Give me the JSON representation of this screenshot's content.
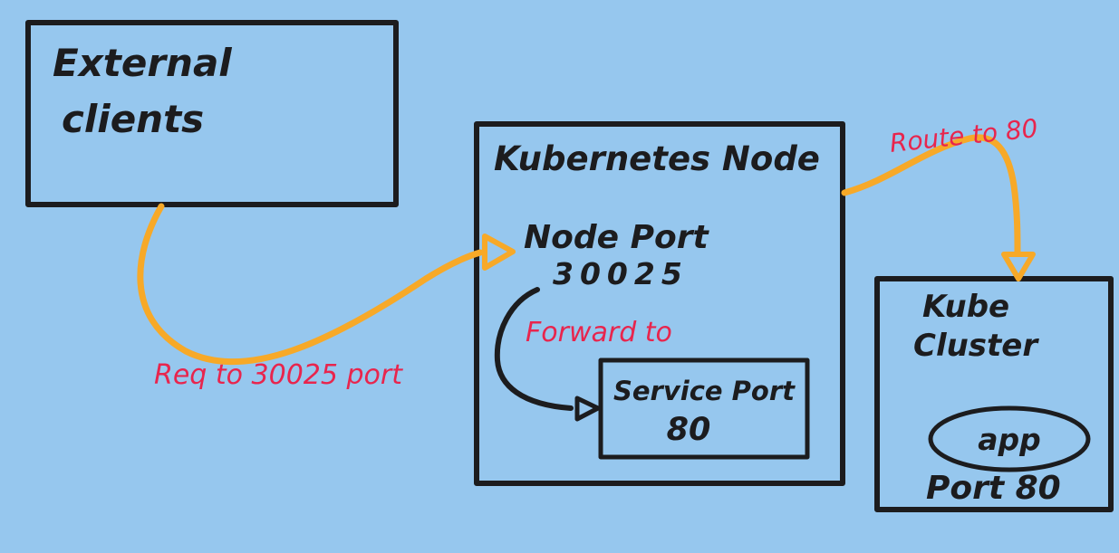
{
  "diagram": {
    "background_color": "#96c7ee",
    "ink_color": "#1c1c1e",
    "arrow_color": "#f7a928",
    "annotation_color": "#e8254d",
    "boxes": {
      "external_clients": {
        "label_line1": "External",
        "label_line2": "clients"
      },
      "kubernetes_node": {
        "title": "Kubernetes Node",
        "node_port_label": "Node Port",
        "node_port_number": "30025"
      },
      "service_port": {
        "label": "Service Port",
        "port": "80"
      },
      "kube_cluster": {
        "title_line1": "Kube",
        "title_line2": "Cluster",
        "app_label": "app",
        "port_label": "Port 80"
      }
    },
    "arrows": {
      "req_arrow": {
        "label": "Req to 30025 port",
        "from": "External clients",
        "to": "Node Port 30025"
      },
      "forward_arrow": {
        "label": "Forward to",
        "from": "Node Port 30025",
        "to": "Service Port 80"
      },
      "route_arrow": {
        "label": "Route to 80",
        "from": "Kubernetes Node",
        "to": "Kube Cluster"
      }
    }
  }
}
